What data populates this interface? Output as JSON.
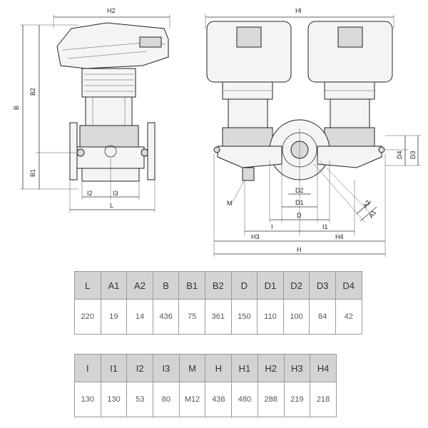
{
  "drawing_labels": {
    "h2": "H2",
    "hl": "Hl",
    "b": "B",
    "b2": "B2",
    "b1": "B1",
    "i2": "I2",
    "i3": "I3",
    "l": "L",
    "m": "M",
    "d2": "D2",
    "d1": "D1",
    "d": "D",
    "d3": "D3",
    "d4": "D4",
    "i": "I",
    "i1": "I1",
    "h3": "H3",
    "h4": "H4",
    "h": "H",
    "a1": "A1",
    "a2": "A2"
  },
  "table1": {
    "headers": [
      "L",
      "A1",
      "A2",
      "B",
      "B1",
      "B2",
      "D",
      "D1",
      "D2",
      "D3",
      "D4"
    ],
    "values": [
      "220",
      "19",
      "14",
      "436",
      "75",
      "361",
      "150",
      "110",
      "100",
      "84",
      "42"
    ]
  },
  "table2": {
    "headers": [
      "I",
      "I1",
      "I2",
      "I3",
      "M",
      "H",
      "H1",
      "H2",
      "H3",
      "H4"
    ],
    "values": [
      "130",
      "130",
      "53",
      "80",
      "M12",
      "438",
      "480",
      "288",
      "219",
      "218"
    ]
  }
}
